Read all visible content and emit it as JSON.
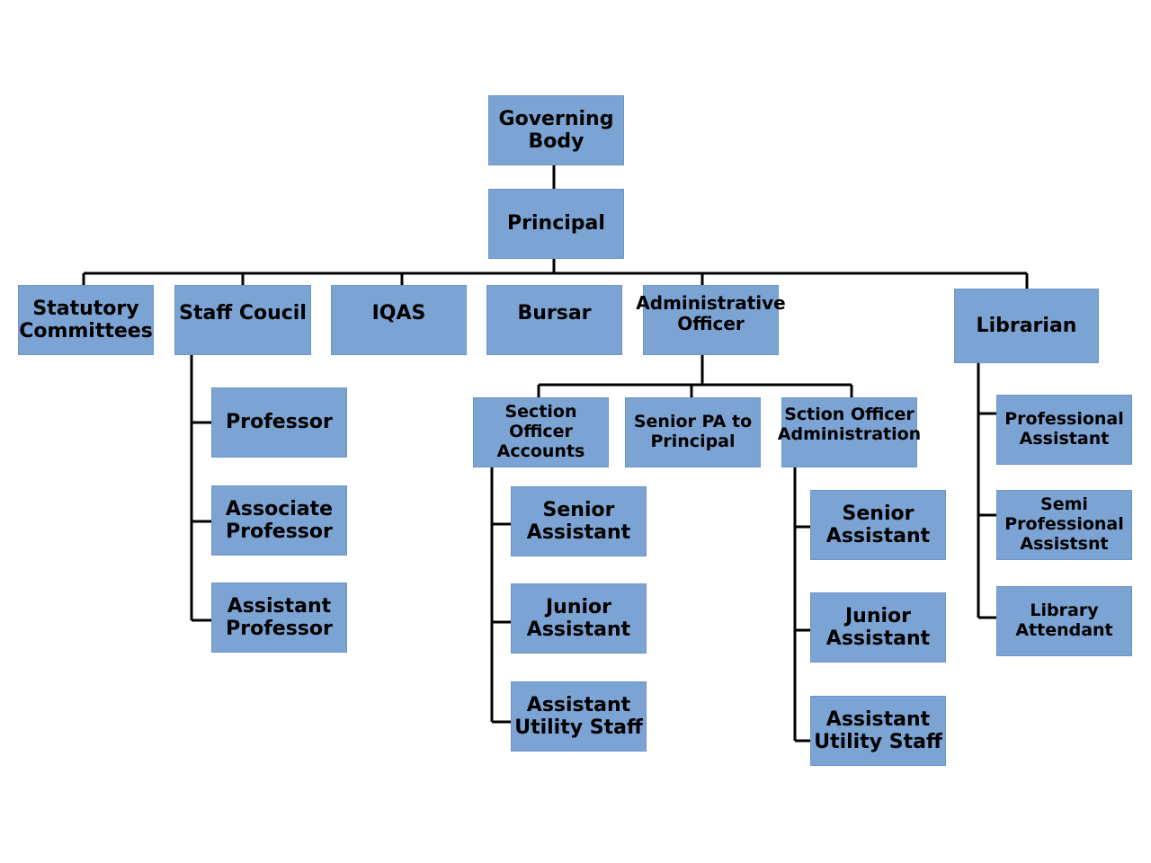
{
  "nodes": {
    "governing_body": "Governing\nBody",
    "principal": "Principal",
    "statutory_committees": "Statutory\nCommittees",
    "staff_council": "Staff Coucil",
    "iqas": "IQAS",
    "bursar": "Bursar",
    "administrative_officer": "Administrative\nOfficer",
    "librarian": "Librarian",
    "professor": "Professor",
    "associate_professor": "Associate\nProfessor",
    "assistant_professor": "Assistant\nProfessor",
    "section_officer_accounts": "Section Officer\nAccounts",
    "senior_pa_to_principal": "Senior PA to\nPrincipal",
    "section_officer_administration": "Sction Officer\nAdministration",
    "accounts_senior_assistant": "Senior\nAssistant",
    "accounts_junior_assistant": "Junior\nAssistant",
    "accounts_assistant_utility_staff": "Assistant\nUtility Staff",
    "admin_senior_assistant": "Senior\nAssistant",
    "admin_junior_assistant": "Junior\nAssistant",
    "admin_assistant_utility_staff": "Assistant\nUtility Staff",
    "professional_assistant": "Professional\nAssistant",
    "semi_professional_assistant": "Semi\nProfessional\nAssistsnt",
    "library_attendant": "Library\nAttendant"
  },
  "colors": {
    "box_fill": "#7ba3d3",
    "connector": "#000000"
  }
}
